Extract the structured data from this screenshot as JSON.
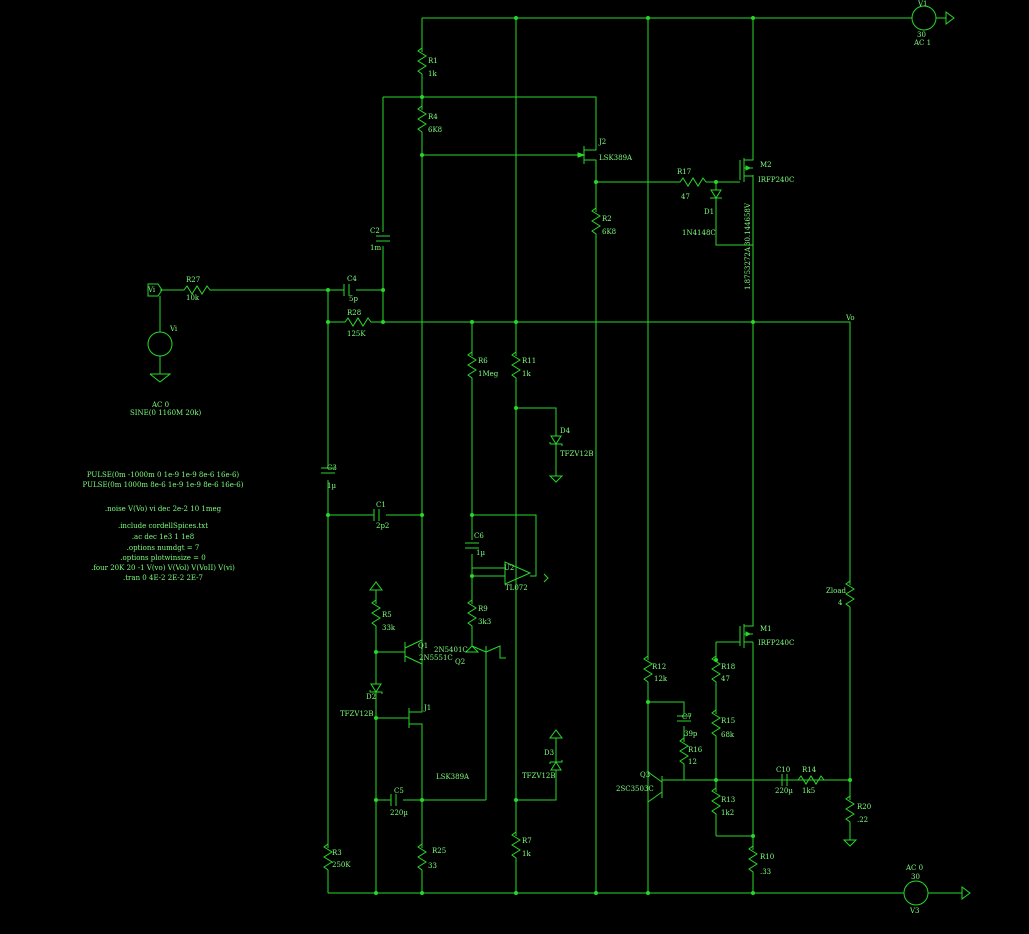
{
  "components": {
    "V1": {
      "name": "V1",
      "v1": "30",
      "v2": "AC 1"
    },
    "V3": {
      "name": "V3",
      "v1": "AC 0",
      "v2": "30"
    },
    "Vi": {
      "name": "Vi",
      "v1": "AC 0",
      "v2": "SINE(0 1160M 20k)"
    },
    "port_vi": "Vi",
    "net_vo": "Vo",
    "R1": {
      "name": "R1",
      "value": "1k"
    },
    "R4": {
      "name": "R4",
      "value": "6K8"
    },
    "J2": {
      "name": "J2",
      "value": "LSK389A"
    },
    "R17": {
      "name": "R17",
      "value": "47"
    },
    "M2": {
      "name": "M2",
      "value": "IRFP240C"
    },
    "D1": {
      "name": "D1",
      "value": "1N4148C"
    },
    "R2": {
      "name": "R2",
      "value": "6K8"
    },
    "C2": {
      "name": "C2",
      "value": "1m"
    },
    "R27": {
      "name": "R27",
      "value": "10k"
    },
    "C4": {
      "name": "C4",
      "value": "5p"
    },
    "R28": {
      "name": "R28",
      "value": "125K"
    },
    "R6": {
      "name": "R6",
      "value": "1Meg"
    },
    "R11": {
      "name": "R11",
      "value": "1k"
    },
    "D4": {
      "name": "D4",
      "value": "TFZV12B"
    },
    "C3": {
      "name": "C3",
      "value": "1µ"
    },
    "C1": {
      "name": "C1",
      "value": "2p2"
    },
    "C6": {
      "name": "C6",
      "value": "1µ"
    },
    "U2": {
      "name": "U2",
      "value": "TL072"
    },
    "R9": {
      "name": "R9",
      "value": "3k3"
    },
    "R5": {
      "name": "R5",
      "value": "33k"
    },
    "Q1": {
      "name": "Q1",
      "value": "2N5551C"
    },
    "Q2": {
      "name": "Q2",
      "value": "2N5401C"
    },
    "D2": {
      "name": "D2",
      "value": "TFZV12B"
    },
    "J1": {
      "name": "J1",
      "value": "LSK389A"
    },
    "C5": {
      "name": "C5",
      "value": "220µ"
    },
    "D3": {
      "name": "D3",
      "value": "TFZV12B"
    },
    "R3": {
      "name": "R3",
      "value": "250K"
    },
    "R25": {
      "name": "R25",
      "value": "33"
    },
    "R7": {
      "name": "R7",
      "value": "1k"
    },
    "M1": {
      "name": "M1",
      "value": "IRFP240C"
    },
    "R12": {
      "name": "R12",
      "value": "12k"
    },
    "R18": {
      "name": "R18",
      "value": "47"
    },
    "C7": {
      "name": "C7",
      "value": "39p"
    },
    "R16": {
      "name": "R16",
      "value": "12"
    },
    "R15": {
      "name": "R15",
      "value": "68k"
    },
    "Q3": {
      "name": "Q3",
      "value": "2SC3503C"
    },
    "C10": {
      "name": "C10",
      "value": "220µ"
    },
    "R14": {
      "name": "R14",
      "value": "1k5"
    },
    "R13": {
      "name": "R13",
      "value": "1k2"
    },
    "R10": {
      "name": "R10",
      "value": ".33"
    },
    "Zload": {
      "name": "Zload",
      "value": "4"
    },
    "R20": {
      "name": "R20",
      "value": ".22"
    }
  },
  "probes": {
    "voltage": "30.144658V",
    "current": "1.8753272A"
  },
  "directives": [
    "PULSE(0m -1000m 0 1e-9 1e-9 8e-6 16e-6)",
    "PULSE(0m 1000m 8e-6 1e-9 1e-9 8e-6 16e-6)",
    "",
    ".noise V(Vo) vi dec 2e-2 10 1meg",
    "",
    ".include cordellSpices.txt",
    ".ac dec 1e3 1 1e8",
    ".options numdgt = 7",
    ".options plotwinsize = 0",
    ".four 20K 20 -1 V(vo) V(Vol) V(VoII) V(vi)",
    ".tran 0 4E-2 2E-2 2E-7"
  ],
  "colors": {
    "background": "#000000",
    "wire": "#28d828",
    "text": "#7cff7c"
  }
}
